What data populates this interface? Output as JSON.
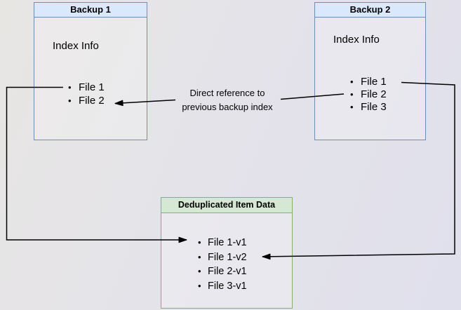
{
  "diagram": {
    "background_start": "#e8e6e3",
    "background_end": "#e0e0ec",
    "arrow_color": "#000000"
  },
  "boxes": {
    "backup1": {
      "title": "Backup 1",
      "subtitle": "Index Info",
      "files": [
        "File 1",
        "File 2"
      ],
      "header_fill": "#dae8fc",
      "border_color": "#6c8ebf"
    },
    "backup2": {
      "title": "Backup 2",
      "subtitle": "Index Info",
      "files": [
        "File 1",
        "File 2",
        "File 3"
      ],
      "header_fill": "#dae8fc",
      "border_color": "#6c8ebf"
    },
    "dedup": {
      "title": "Deduplicated Item Data",
      "files": [
        "File 1-v1",
        "File 1-v2",
        "File 2-v1",
        "File 3-v1"
      ],
      "header_fill": "#d5e8d4",
      "border_color": "#82b366"
    }
  },
  "edge_label": {
    "line1": "Direct reference to",
    "line2": "previous backup index"
  },
  "bullet_glyph": "•"
}
